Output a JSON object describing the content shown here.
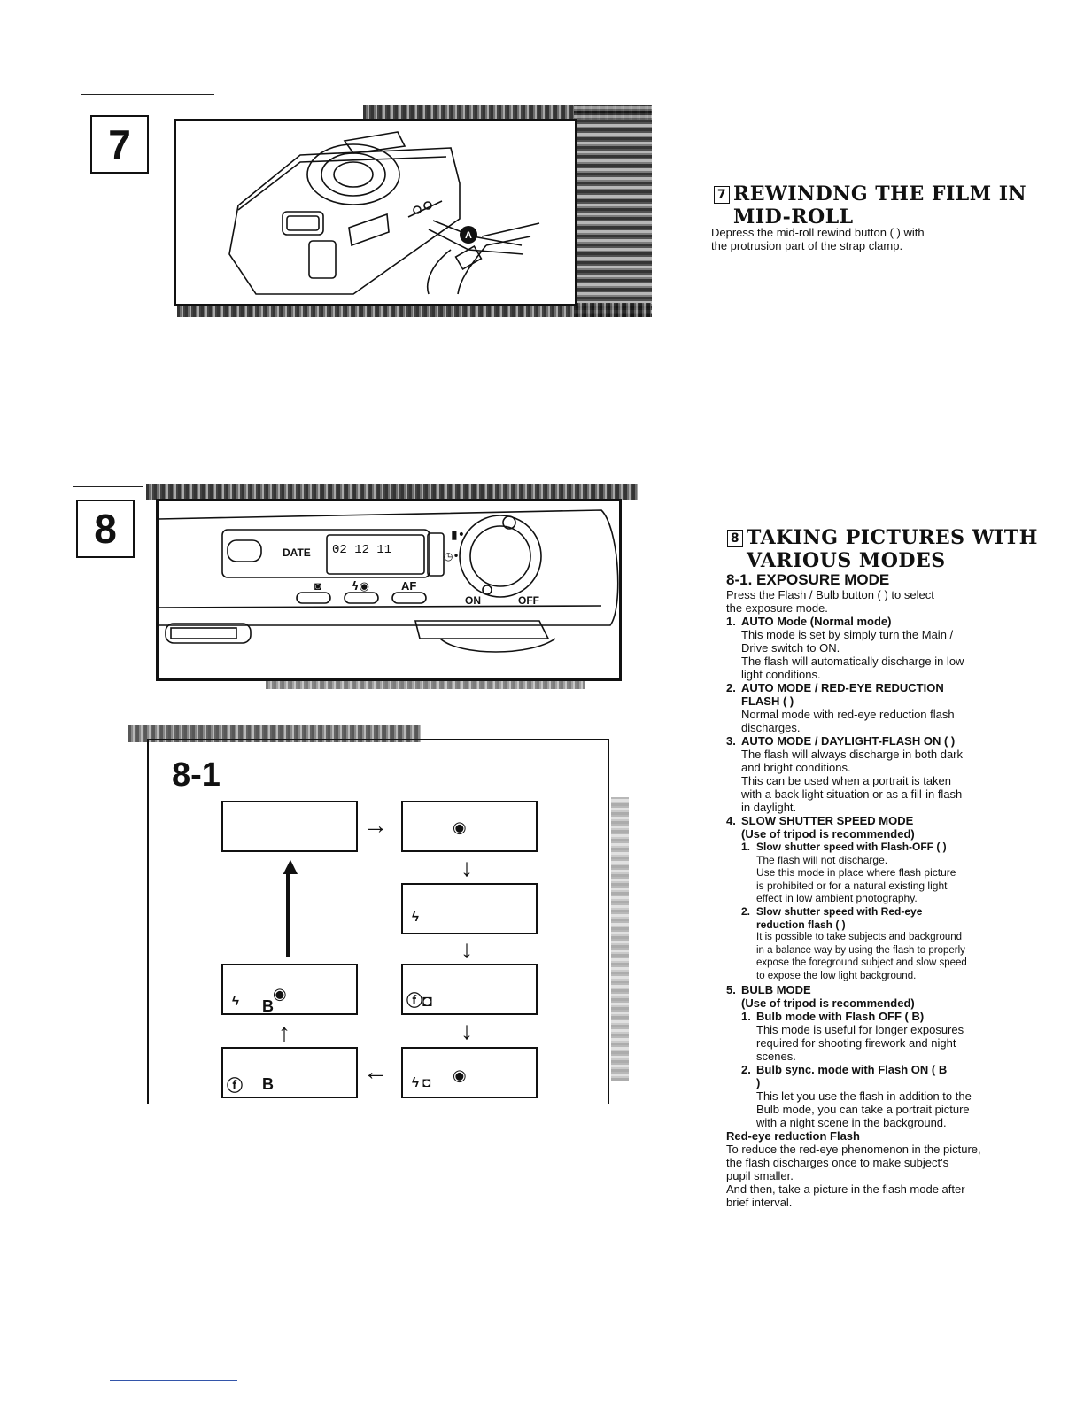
{
  "section7": {
    "box_number": "7",
    "heading_icon": "7",
    "heading_line1": "REWINDNG THE FILM IN",
    "heading_line2": "MID-ROLL",
    "body_line1": "Depress the mid-roll rewind button (  ) with",
    "body_line2": "the protrusion part  of the strap clamp.",
    "callout_label": "A"
  },
  "section8": {
    "box_number": "8",
    "heading_icon": "8",
    "heading_line1": "TAKING PICTURES WITH",
    "heading_line2": "VARIOUS MODES",
    "camera_labels": {
      "date": "DATE",
      "lcd_digits": "02 12 11",
      "af": "AF",
      "on": "ON",
      "off": "OFF"
    },
    "subheading": "8-1. EXPOSURE MODE",
    "intro_line1": "Press the Flash / Bulb button (  ) to select",
    "intro_line2": "the exposure mode.",
    "items": [
      {
        "num": "1.",
        "title": "AUTO Mode (Normal mode)",
        "lines": [
          "This mode is set by simply turn the Main /",
          "Drive switch to ON.",
          "The flash will automatically discharge in low",
          "light conditions."
        ]
      },
      {
        "num": "2.",
        "title": "AUTO MODE / RED-EYE REDUCTION",
        "title2": "FLASH (  )",
        "lines": [
          "Normal mode with red-eye reduction flash",
          "discharges."
        ]
      },
      {
        "num": "3.",
        "title": "AUTO MODE / DAYLIGHT-FLASH ON (  )",
        "lines": [
          "The flash will always discharge in both dark",
          "and bright conditions.",
          "This can be used when a portrait is taken",
          "with a back light situation or as a fill-in flash",
          "in daylight."
        ]
      },
      {
        "num": "4.",
        "title": "SLOW SHUTTER SPEED MODE",
        "title2": "(Use of tripod is recommended)"
      },
      {
        "num": "5.",
        "title": "BULB MODE",
        "title2": "(Use of tripod is recommended)"
      }
    ],
    "sub4": [
      {
        "num": "1.",
        "title": "Slow shutter speed with Flash-OFF (  )",
        "lines": [
          "The flash will not discharge.",
          "Use this mode in place where flash picture",
          "is prohibited or for a natural existing light",
          "effect in low ambient photography."
        ]
      },
      {
        "num": "2.",
        "title": "Slow shutter speed with Red-eye",
        "title2": "reduction flash (  )",
        "lines": [
          "It is possible to take subjects and background",
          "in a balance way by using the flash to properly",
          "expose the foreground subject and slow speed",
          "to expose the low light background."
        ]
      }
    ],
    "sub5": [
      {
        "num": "1.",
        "title": "Bulb mode with Flash OFF (  B)",
        "lines": [
          "This mode is useful for longer exposures",
          "required for shooting firework and night",
          "scenes."
        ]
      },
      {
        "num": "2.",
        "title": "Bulb sync. mode with Flash ON (  B",
        "title2": "  )",
        "lines": [
          "This let you use the flash in addition to the",
          "Bulb mode, you can take a portrait picture",
          "with a night scene in the background."
        ]
      }
    ],
    "redeye_title": "Red-eye reduction Flash",
    "redeye_lines": [
      "To reduce the red-eye phenomenon in the picture,",
      "the flash discharges once to make subject's",
      "pupil smaller.",
      "And then, take a picture in the flash mode after",
      "brief interval."
    ]
  },
  "diagram81": {
    "label": "8-1",
    "bulb_b": "B"
  }
}
